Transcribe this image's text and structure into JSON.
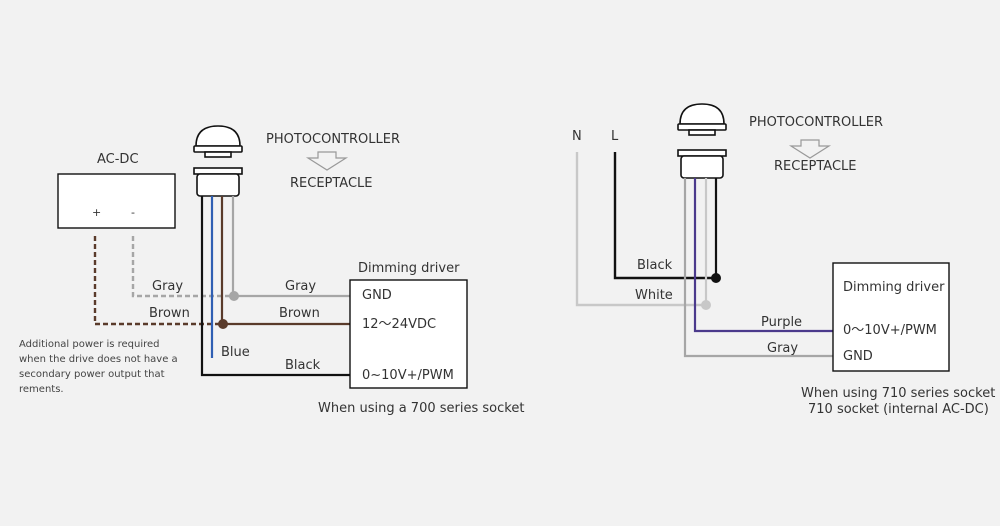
{
  "left": {
    "photocontroller": "PHOTOCONTROLLER",
    "receptacle": "RECEPTACLE",
    "acdc_title": "AC-DC",
    "acdc_plus": "+",
    "acdc_minus": "-",
    "note": "Additional power is required when the drive does not have a secondary power output that rements.",
    "wire_gray_left": "Gray",
    "wire_brown_left": "Brown",
    "wire_blue": "Blue",
    "wire_gray_right": "Gray",
    "wire_brown_right": "Brown",
    "wire_black": "Black",
    "driver_title": "Dimming driver",
    "driver_gnd": "GND",
    "driver_vdc": "12～24VDC",
    "driver_pwm": "0~10V+/PWM",
    "caption": "When using a 700 series socket"
  },
  "right": {
    "photocontroller": "PHOTOCONTROLLER",
    "receptacle": "RECEPTACLE",
    "label_n": "N",
    "label_l": "L",
    "wire_black": "Black",
    "wire_white": "White",
    "wire_purple": "Purple",
    "wire_gray": "Gray",
    "driver_title": "Dimming driver",
    "driver_pwm": "0～10V+/PWM",
    "driver_gnd": "GND",
    "caption_line1": "When using 710 series socket",
    "caption_line2": "710 socket (internal AC-DC)"
  },
  "colors": {
    "black": "#111111",
    "gray": "#a6a6a6",
    "light_gray": "#c8c8c8",
    "brown": "#5a3b2b",
    "blue": "#2f5fb3",
    "purple": "#4b3a8c"
  }
}
